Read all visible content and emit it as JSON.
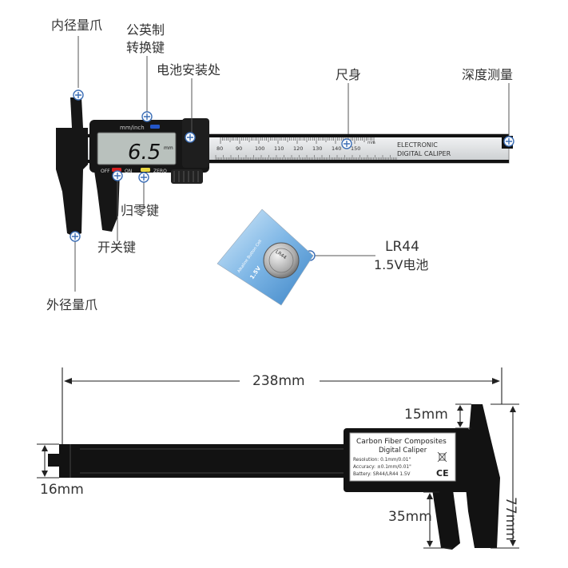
{
  "callouts": {
    "inner_jaw": "内径量爪",
    "unit_switch_line1": "公英制",
    "unit_switch_line2": "转换键",
    "battery_compartment": "电池安装处",
    "main_beam": "尺身",
    "depth_gauge": "深度测量",
    "zero_key": "归零键",
    "power_key": "开关键",
    "outer_jaw": "外径量爪",
    "battery_model": "LR44",
    "battery_voltage": "1.5V电池"
  },
  "caliper": {
    "display_reading": "6.5",
    "display_unit": "mm",
    "unit_button_label": "mm/inch",
    "off_label": "OFF",
    "on_label": "ON",
    "zero_label": "ZERO",
    "beam_line1": "ELECTRONIC",
    "beam_line2": "DIGITAL CALIPER",
    "scale_ticks": [
      "80",
      "90",
      "100",
      "110",
      "120",
      "130",
      "140",
      "150"
    ],
    "scale_unit": "mm"
  },
  "battery": {
    "cell_text": "LR44",
    "pack_text": "Alkaline Button Cell",
    "voltage_text": "1.5V"
  },
  "dimensions": {
    "overall_length": "238mm",
    "jaw_tip": "15mm",
    "beam_height": "16mm",
    "total_height": "77mm",
    "jaw_length": "35mm"
  },
  "spec_label": {
    "title": "Carbon Fiber Composites",
    "subtitle": "Digital Caliper",
    "resolution": "Resolution: 0.1mm/0.01\"",
    "accuracy": "Accuracy: ±0.1mm/0.01\"",
    "battery": "Battery: SR44/LR44 1.5V",
    "ce_mark": "CE"
  },
  "colors": {
    "caliper_body": "#151515",
    "beam_silver": "#e4e6e8",
    "lcd": "#b9c1bd",
    "callout_line": "#555555",
    "dim_line": "#222222",
    "red_button": "#d42020",
    "yellow_button": "#e8d640",
    "blue_button": "#2456c8"
  }
}
